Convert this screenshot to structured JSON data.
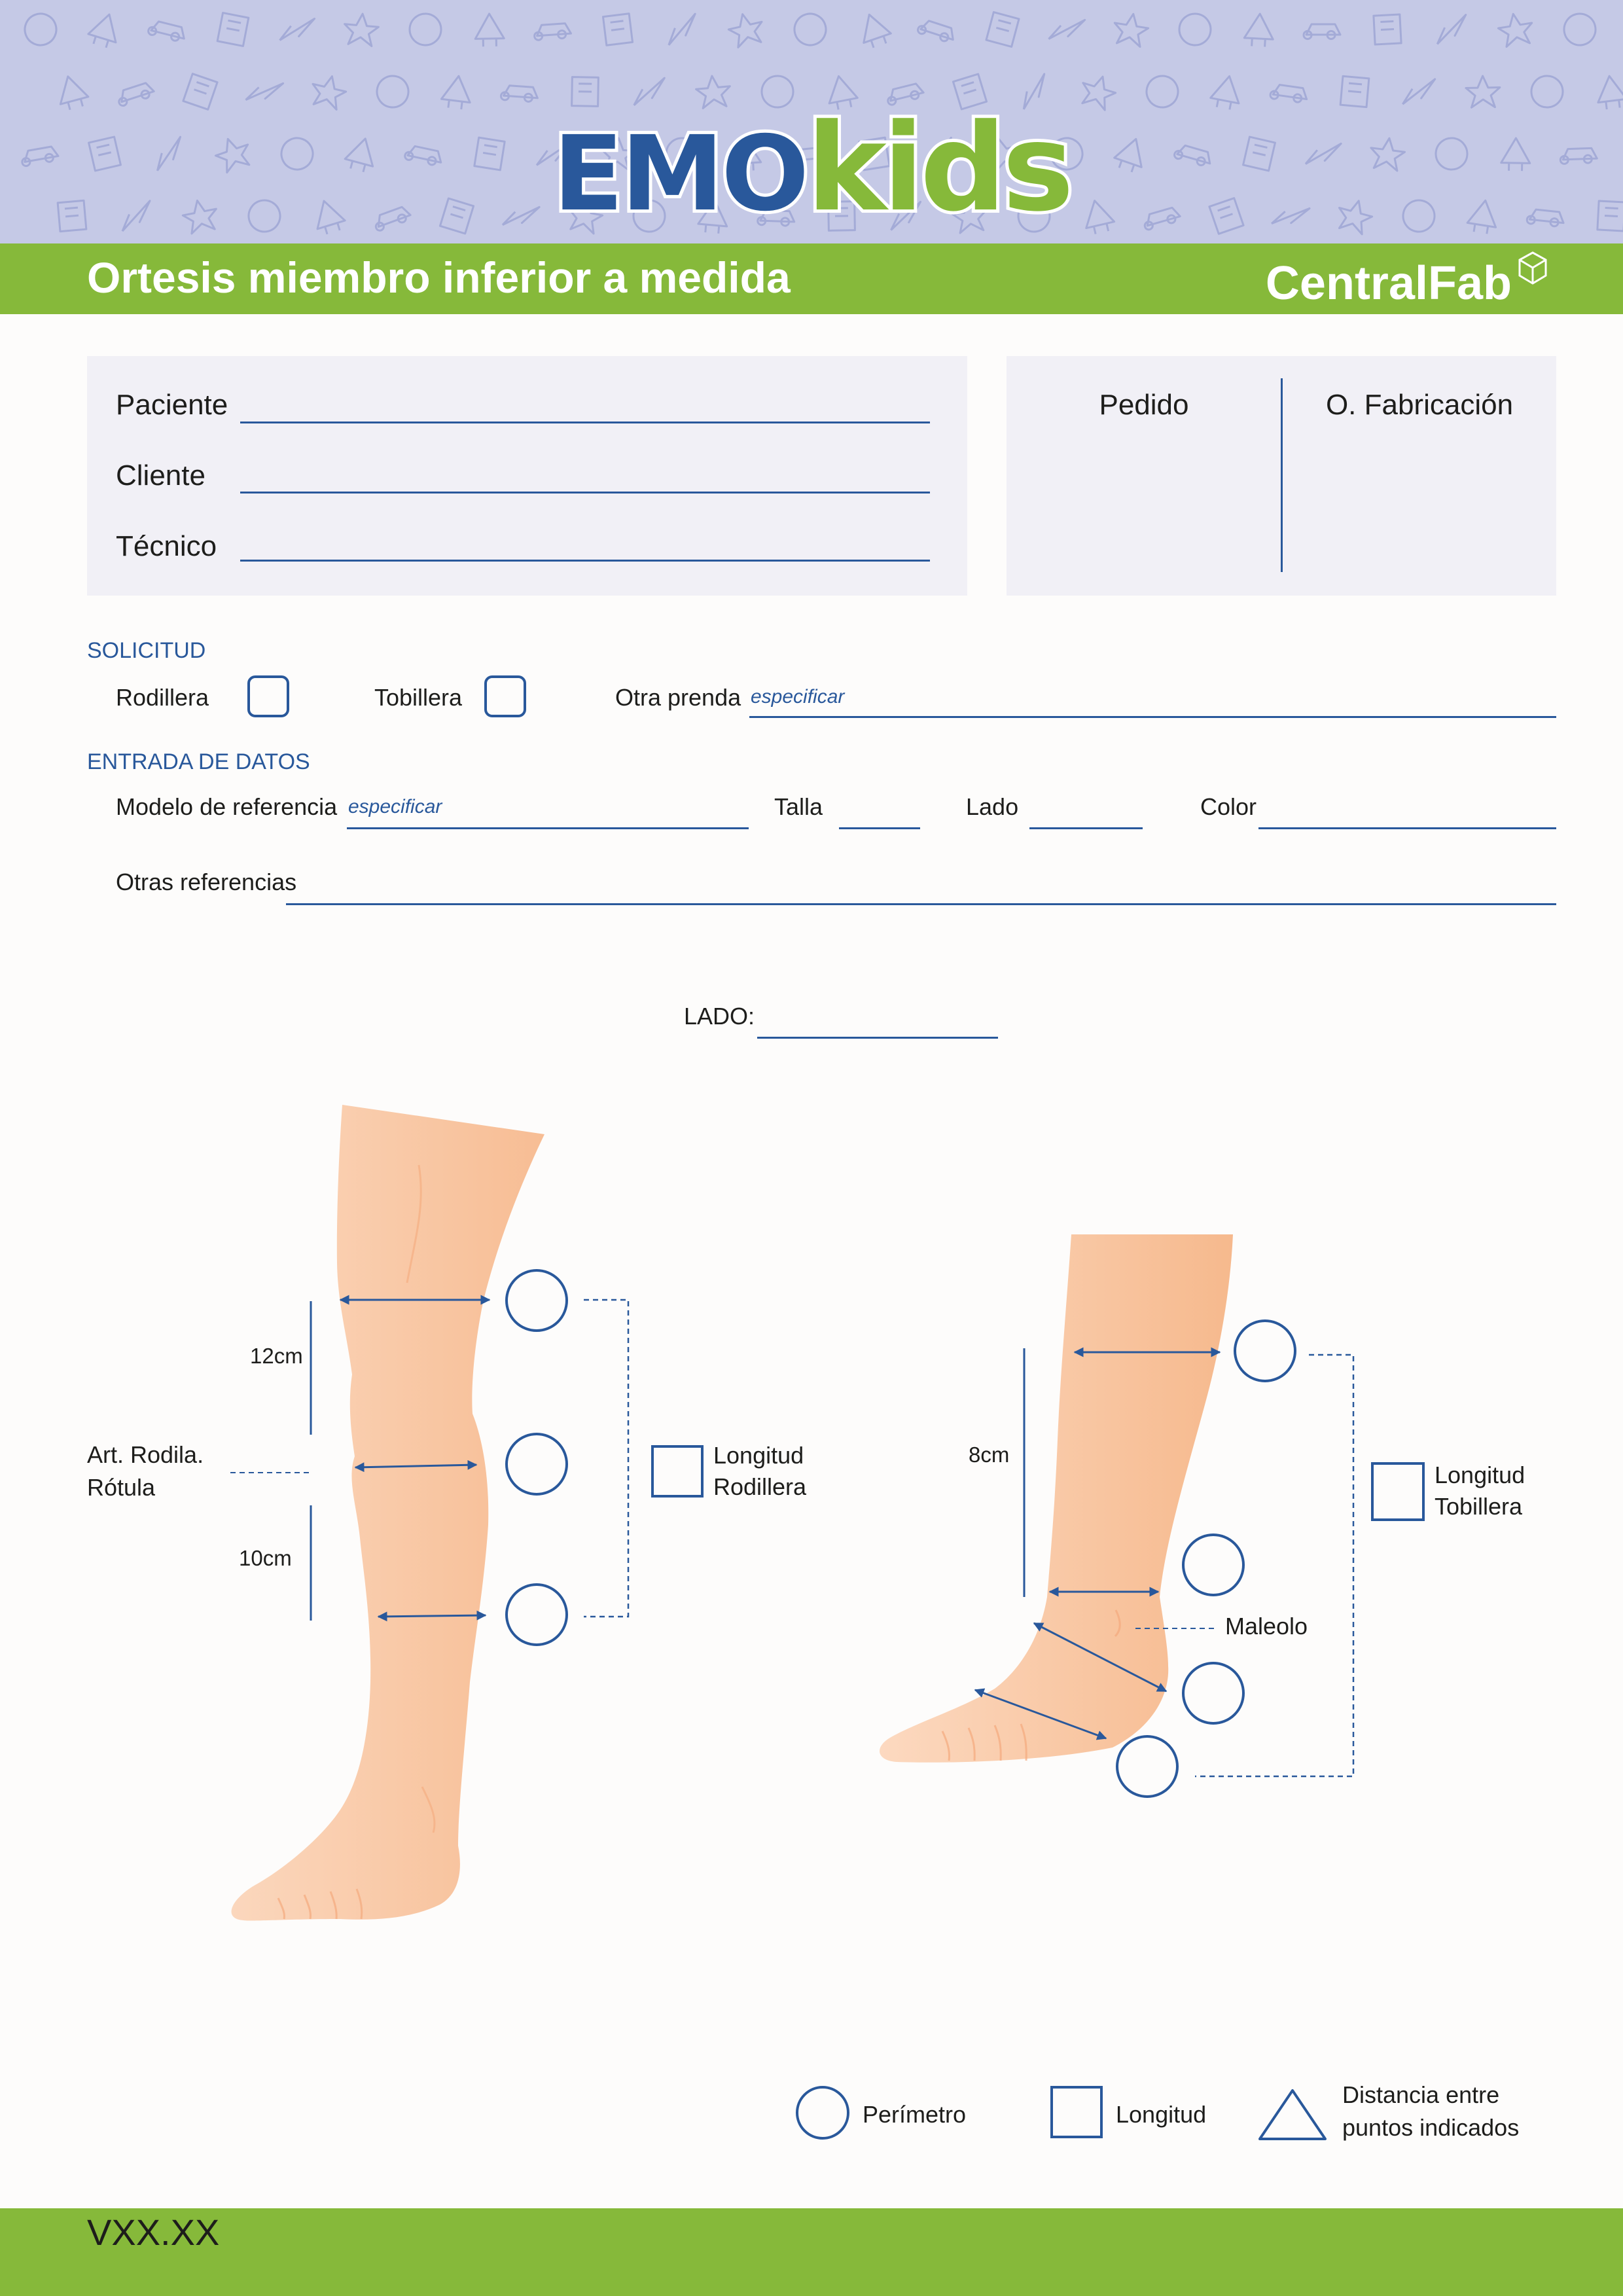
{
  "header": {
    "logo_emo": "EMO",
    "logo_kids": "kids",
    "title": "Ortesis miembro inferior a medida",
    "brand": "CentralFab"
  },
  "patient": {
    "paciente_label": "Paciente",
    "cliente_label": "Cliente",
    "tecnico_label": "Técnico"
  },
  "order": {
    "pedido_label": "Pedido",
    "fabricacion_label": "O. Fabricación"
  },
  "solicitud": {
    "heading": "SOLICITUD",
    "rodillera_label": "Rodillera",
    "tobillera_label": "Tobillera",
    "otra_label": "Otra prenda",
    "otra_placeholder": "especificar"
  },
  "entrada": {
    "heading": "ENTRADA DE DATOS",
    "modelo_label": "Modelo de referencia",
    "modelo_placeholder": "especificar",
    "talla_label": "Talla",
    "lado_label": "Lado",
    "color_label": "Color",
    "otras_label": "Otras referencias"
  },
  "diagram": {
    "lado_label": "LADO:",
    "knee": {
      "upper_distance": "12cm",
      "lower_distance": "10cm",
      "reference_line1": "Art. Rodila.",
      "reference_line2": "Rótula",
      "longitud_line1": "Longitud",
      "longitud_line2": "Rodillera"
    },
    "ankle": {
      "distance": "8cm",
      "maleolo_label": "Maleolo",
      "longitud_line1": "Longitud",
      "longitud_line2": "Tobillera"
    }
  },
  "legend": {
    "perimetro": "Perímetro",
    "longitud": "Longitud",
    "distancia_line1": "Distancia entre",
    "distancia_line2": "puntos indicados"
  },
  "footer": {
    "code": "VXX.XX"
  },
  "colors": {
    "green": "#86b93a",
    "blue": "#29589b",
    "header_bg": "#c5c9e6",
    "panel_bg": "#f1f0f6",
    "skin": "#f9c7a3"
  },
  "icons": [
    "doodle-pattern",
    "cube-icon",
    "measure-arrow",
    "circle-marker",
    "square-marker",
    "triangle-marker"
  ]
}
